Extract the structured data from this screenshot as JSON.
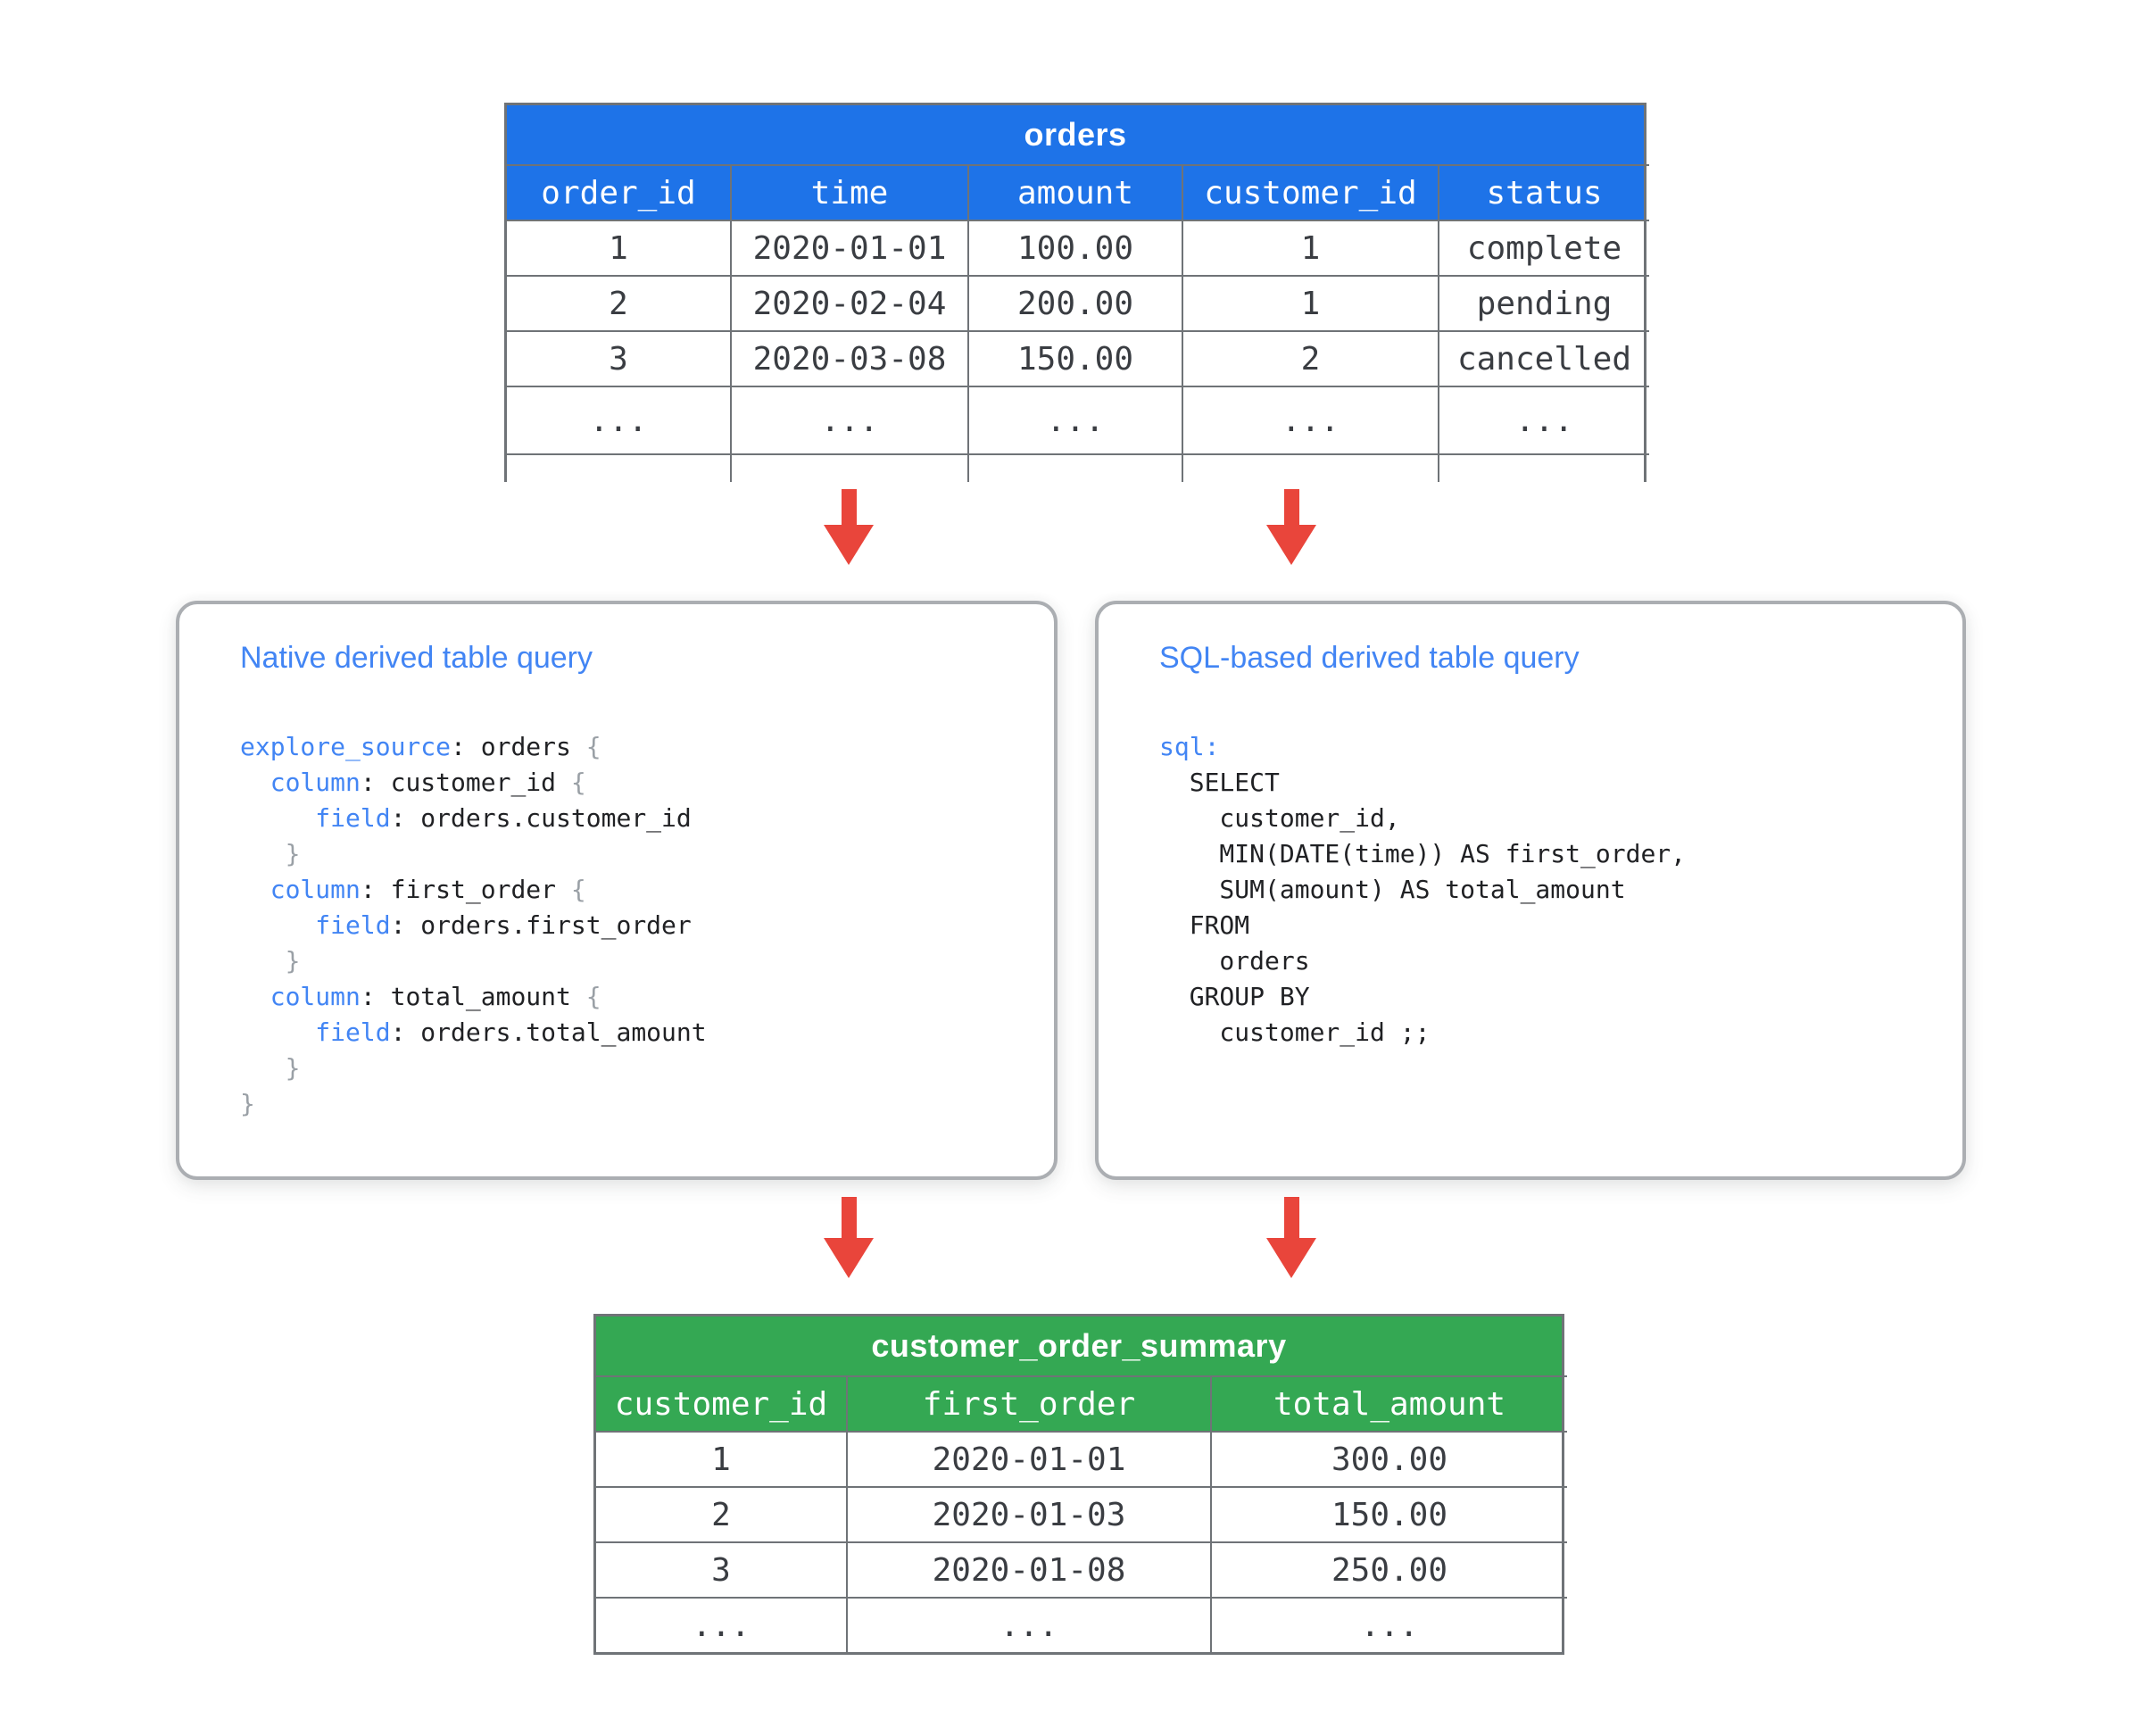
{
  "colors": {
    "blue": "#1E73E8",
    "green": "#34A853",
    "red": "#E9453B",
    "accent": "#4285F4",
    "border": "#6F7377",
    "boxborder": "#ABAEB2",
    "celltext": "#3A3D42",
    "brace": "#9AA0A6"
  },
  "orders_table": {
    "title": "orders",
    "columns": [
      "order_id",
      "time",
      "amount",
      "customer_id",
      "status"
    ],
    "rows": [
      [
        "1",
        "2020-01-01",
        "100.00",
        "1",
        "complete"
      ],
      [
        "2",
        "2020-02-04",
        "200.00",
        "1",
        "pending"
      ],
      [
        "3",
        "2020-03-08",
        "150.00",
        "2",
        "cancelled"
      ],
      [
        "...",
        "...",
        "...",
        "...",
        "..."
      ]
    ]
  },
  "native_box": {
    "title": "Native derived table query",
    "code": [
      [
        {
          "t": "explore_source",
          "c": "kw"
        },
        {
          "t": ": orders ",
          "c": "pl"
        },
        {
          "t": "{",
          "c": "br"
        }
      ],
      [
        {
          "t": "  ",
          "c": "pl"
        },
        {
          "t": "column",
          "c": "kw"
        },
        {
          "t": ": customer_id ",
          "c": "pl"
        },
        {
          "t": "{",
          "c": "br"
        }
      ],
      [
        {
          "t": "     ",
          "c": "pl"
        },
        {
          "t": "field",
          "c": "kw"
        },
        {
          "t": ": orders.customer_id",
          "c": "pl"
        }
      ],
      [
        {
          "t": "   ",
          "c": "pl"
        },
        {
          "t": "}",
          "c": "br"
        }
      ],
      [
        {
          "t": "  ",
          "c": "pl"
        },
        {
          "t": "column",
          "c": "kw"
        },
        {
          "t": ": first_order ",
          "c": "pl"
        },
        {
          "t": "{",
          "c": "br"
        }
      ],
      [
        {
          "t": "     ",
          "c": "pl"
        },
        {
          "t": "field",
          "c": "kw"
        },
        {
          "t": ": orders.first_order",
          "c": "pl"
        }
      ],
      [
        {
          "t": "   ",
          "c": "pl"
        },
        {
          "t": "}",
          "c": "br"
        }
      ],
      [
        {
          "t": "  ",
          "c": "pl"
        },
        {
          "t": "column",
          "c": "kw"
        },
        {
          "t": ": total_amount ",
          "c": "pl"
        },
        {
          "t": "{",
          "c": "br"
        }
      ],
      [
        {
          "t": "     ",
          "c": "pl"
        },
        {
          "t": "field",
          "c": "kw"
        },
        {
          "t": ": orders.total_amount",
          "c": "pl"
        }
      ],
      [
        {
          "t": "   ",
          "c": "pl"
        },
        {
          "t": "}",
          "c": "br"
        }
      ],
      [
        {
          "t": "}",
          "c": "br"
        }
      ]
    ]
  },
  "sql_box": {
    "title": "SQL-based derived table query",
    "code": [
      [
        {
          "t": "sql:",
          "c": "kw"
        }
      ],
      [
        {
          "t": "  SELECT",
          "c": "pl"
        }
      ],
      [
        {
          "t": "    customer_id,",
          "c": "pl"
        }
      ],
      [
        {
          "t": "    MIN(DATE(time)) AS first_order,",
          "c": "pl"
        }
      ],
      [
        {
          "t": "    SUM(amount) AS total_amount",
          "c": "pl"
        }
      ],
      [
        {
          "t": "  FROM",
          "c": "pl"
        }
      ],
      [
        {
          "t": "    orders",
          "c": "pl"
        }
      ],
      [
        {
          "t": "  GROUP BY",
          "c": "pl"
        }
      ],
      [
        {
          "t": "    customer_id ;;",
          "c": "pl"
        }
      ]
    ]
  },
  "summary_table": {
    "title": "customer_order_summary",
    "columns": [
      "customer_id",
      "first_order",
      "total_amount"
    ],
    "rows": [
      [
        "1",
        "2020-01-01",
        "300.00"
      ],
      [
        "2",
        "2020-01-03",
        "150.00"
      ],
      [
        "3",
        "2020-01-08",
        "250.00"
      ],
      [
        "...",
        "...",
        "..."
      ]
    ]
  }
}
